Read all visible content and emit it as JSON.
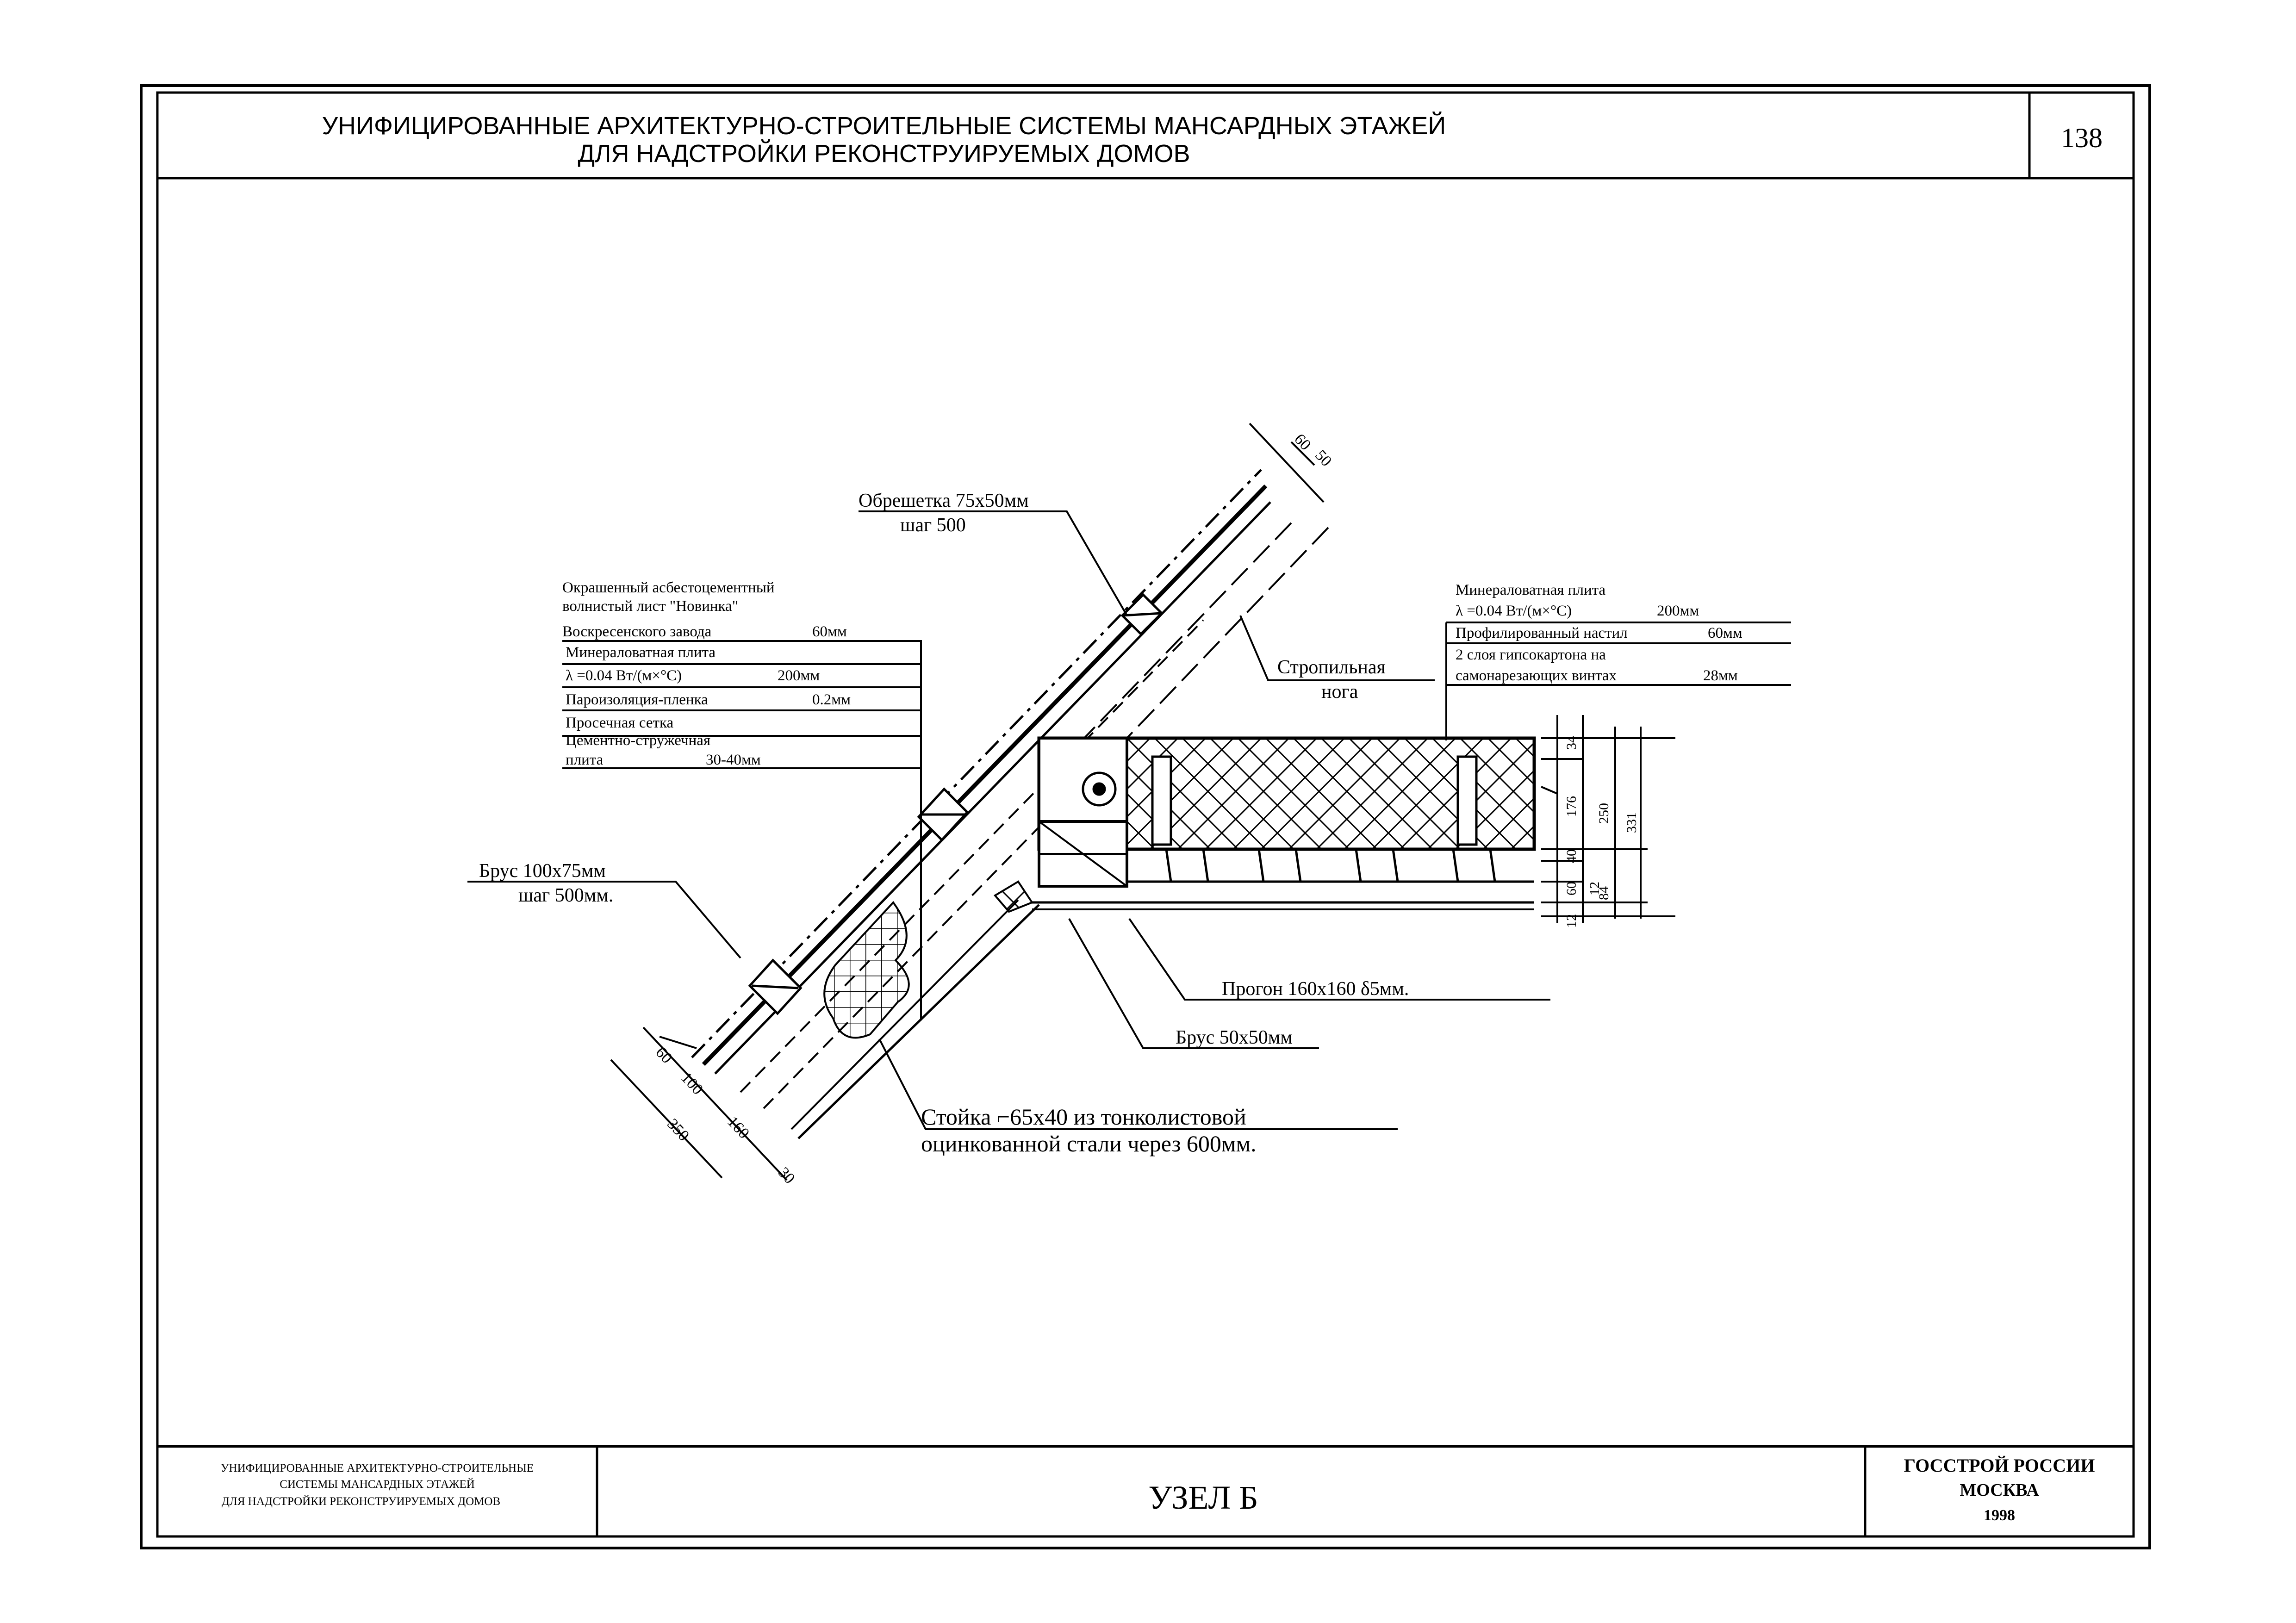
{
  "header": {
    "title_line1": "УНИФИЦИРОВАННЫЕ АРХИТЕКТУРНО-СТРОИТЕЛЬНЫЕ СИСТЕМЫ МАНСАРДНЫХ ЭТАЖЕЙ",
    "title_line2": "ДЛЯ НАДСТРОЙКИ РЕКОНСТРУИРУЕМЫХ ДОМОВ",
    "page_number": "138"
  },
  "labels": {
    "obreshetka_1": "Обрешетка 75x50мм",
    "obreshetka_2": "шаг 500",
    "roof_1": "Окрашенный асбестоцементный",
    "roof_2": "волнистый лист \"Новинка\"",
    "roof_3": "Воскресенского завода",
    "roof_3_val": "60мм",
    "mw_left_1": "Минераловатная плита",
    "mw_left_2": "λ  =0.04 Вт/(м×°C)",
    "mw_left_2_val": "200мм",
    "vapor": "Пароизоляция-пленка",
    "vapor_val": "0.2мм",
    "mesh": "Просечная сетка",
    "csp_1": "Цементно-стружечная",
    "csp_2": "плита",
    "csp_2_val": "30-40мм",
    "rafter_1": "Стропильная",
    "rafter_2": "нога",
    "mw_right_1": "Минераловатная плита",
    "mw_right_2": "λ  =0.04 Вт/(м×°C)",
    "mw_right_2_val": "200мм",
    "decking": "Профилированный настил",
    "decking_val": "60мм",
    "drywall_1": "2 слоя гипсокартона на",
    "drywall_2": "самонарезающих винтах",
    "drywall_2_val": "28мм",
    "beam_1": "Брус 100x75мм",
    "beam_2": "шаг 500мм.",
    "purlin": "Прогон 160x160  δ5мм.",
    "brus50": "Брус 50x50мм",
    "stoyka_1": "Стойка  ⌐65x40 из тонколистовой",
    "stoyka_2": "оцинкованной стали через 600мм."
  },
  "dimensions": {
    "top_60": "60",
    "top_50": "50",
    "d_60": "60",
    "d_100": "100",
    "d_160": "160",
    "d_350": "350",
    "d_30": "30",
    "v_34": "34",
    "v_176": "176",
    "v_40": "40",
    "v_60": "60",
    "v_12a": "12",
    "v_12b": "12",
    "v_250": "250",
    "v_84": "84",
    "v_331": "331"
  },
  "stamp": {
    "left_1": "УНИФИЦИРОВАННЫЕ АРХИТЕКТУРНО-СТРОИТЕЛЬНЫЕ",
    "left_2": "СИСТЕМЫ МАНСАРДНЫХ ЭТАЖЕЙ",
    "left_3": "ДЛЯ НАДСТРОЙКИ РЕКОНСТРУИРУЕМЫХ ДОМОВ",
    "center": "УЗЕЛ Б",
    "org_1": "ГОССТРОЙ РОССИИ",
    "org_2": "МОСКВА",
    "org_3": "1998"
  }
}
